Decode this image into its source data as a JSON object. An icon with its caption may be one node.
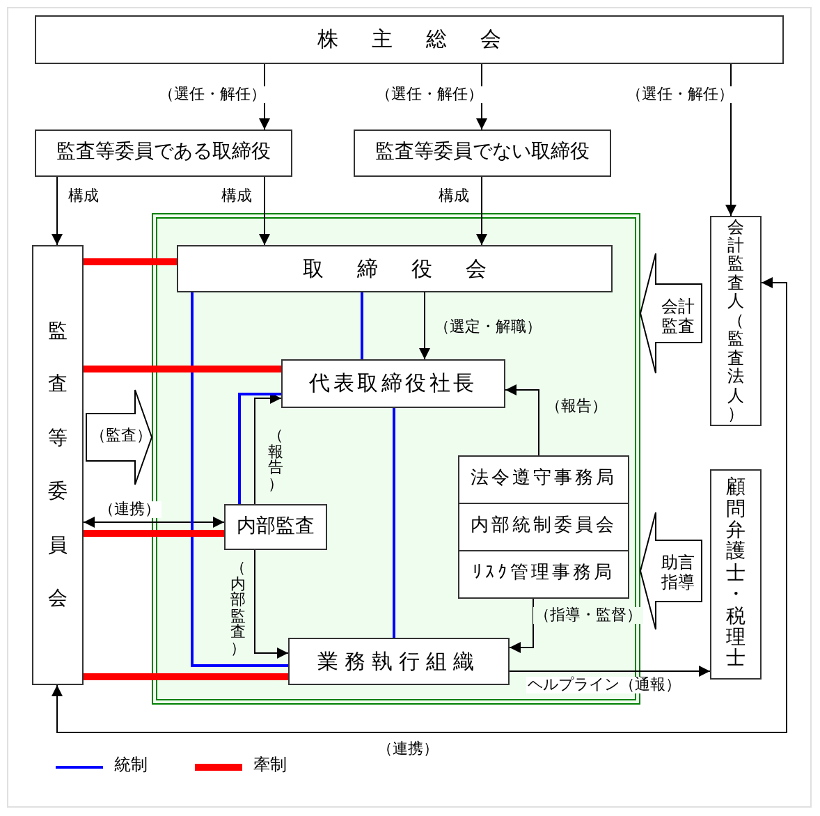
{
  "diagram": {
    "nodes": [
      {
        "text": [
          "株主総会"
        ]
      },
      {
        "text": [
          "監査等委員である取締役"
        ]
      },
      {
        "text": [
          "監査等委員でない取締役"
        ]
      },
      {
        "text": [
          "監査等委員会"
        ]
      },
      {
        "text": [],
        "shape": "box"
      },
      {
        "text": [
          "取締役会"
        ],
        "in": 4
      },
      {
        "text": [
          "代表取締役社長"
        ],
        "in": 4
      },
      {
        "text": [
          "内部監査"
        ],
        "in": 4
      },
      {
        "text": [
          "法令遵守事務局"
        ],
        "in": 4
      },
      {
        "text": [
          "内部統制委員会"
        ],
        "in": 4
      },
      {
        "text": [
          "ﾘｽｸ管理事務局"
        ],
        "in": 4
      },
      {
        "text": [
          "業務執行組織"
        ],
        "in": 4
      },
      {
        "text": [
          "会計監査人（監査法人）"
        ]
      },
      {
        "text": [
          "顧問弁護士・税理士"
        ]
      }
    ],
    "edges": [
      {
        "from": 0,
        "to": 1,
        "arrow": "to",
        "label": "（選任・解任）"
      },
      {
        "from": 0,
        "to": 2,
        "arrow": "to",
        "label": "（選任・解任）"
      },
      {
        "from": 0,
        "to": 12,
        "arrow": "to",
        "label": "（選任・解任）"
      },
      {
        "from": 1,
        "to": 3,
        "arrow": "to",
        "label": "構成"
      },
      {
        "from": 1,
        "to": 5,
        "arrow": "to",
        "label": "構成"
      },
      {
        "from": 2,
        "to": 5,
        "arrow": "to",
        "label": "構成"
      },
      {
        "from": 5,
        "to": 6,
        "arrow": "to",
        "label": "（選定・解職）"
      },
      {
        "from": 8,
        "to": 6,
        "arrow": "to",
        "label": "（報告）"
      },
      {
        "from": 10,
        "to": 11,
        "arrow": "to",
        "label": "（指導・監督）"
      },
      {
        "from": 7,
        "to": 6,
        "arrow": "to",
        "label": "（報告）"
      },
      {
        "from": 7,
        "to": 11,
        "arrow": "to",
        "label": "（内部監査）"
      },
      {
        "from": 3,
        "to": 7,
        "arrow": "both",
        "label": "（連携）"
      },
      {
        "from": 11,
        "to": 13,
        "arrow": "to",
        "label": "ヘルプライン（通報）"
      },
      {
        "from": 3,
        "to": 12,
        "arrow": "both",
        "label": "（連携）"
      },
      {
        "from": 5,
        "to": 6,
        "arrow": "none",
        "color": "#0000ff"
      },
      {
        "from": 5,
        "to": 11,
        "arrow": "none",
        "color": "#0000ff"
      },
      {
        "from": 6,
        "to": 7,
        "arrow": "none",
        "color": "#0000ff"
      },
      {
        "from": 6,
        "to": 11,
        "arrow": "none",
        "color": "#0000ff"
      },
      {
        "from": 3,
        "to": 5,
        "arrow": "none",
        "style": "thick",
        "color": "#ff0000"
      },
      {
        "from": 3,
        "to": 6,
        "arrow": "none",
        "style": "thick",
        "color": "#ff0000"
      },
      {
        "from": 3,
        "to": 7,
        "arrow": "none",
        "style": "thick",
        "color": "#ff0000"
      },
      {
        "from": 3,
        "to": 11,
        "arrow": "none",
        "style": "thick",
        "color": "#ff0000"
      },
      {
        "from": 3,
        "to": 4,
        "arrow": "to",
        "label": "（監査）"
      },
      {
        "from": 12,
        "to": 4,
        "arrow": "to",
        "label": "会計監査"
      },
      {
        "from": 13,
        "to": 4,
        "arrow": "to",
        "label": "助言指導"
      }
    ],
    "legend": [
      {
        "text": "統制"
      },
      {
        "text": "牽制"
      }
    ]
  }
}
